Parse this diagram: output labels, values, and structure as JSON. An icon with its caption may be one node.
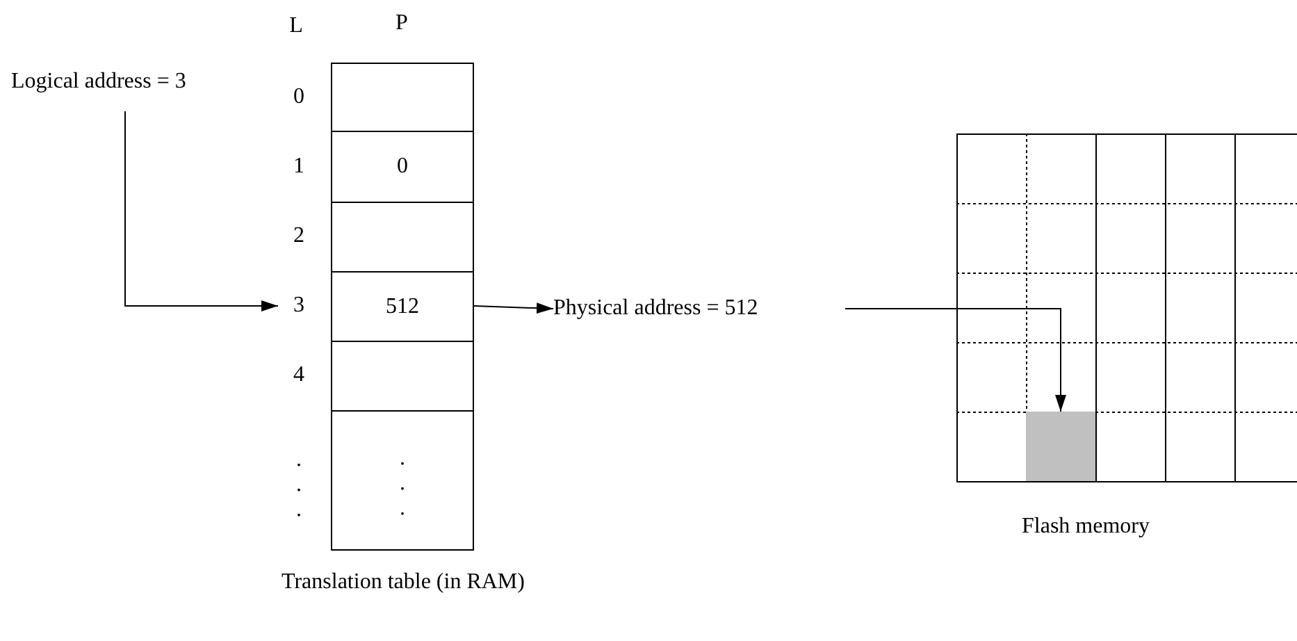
{
  "diagram": {
    "nodes": [
      {
        "text": [
          "Logical address = 3"
        ]
      },
      {
        "text": [],
        "shape": "box",
        "beside": [
          "Translation table (in RAM)"
        ]
      },
      {
        "text": [],
        "shape": "box",
        "beside": [
          "0"
        ],
        "in": 1
      },
      {
        "text": [
          "0"
        ],
        "beside": [
          "1"
        ],
        "in": 1
      },
      {
        "text": [],
        "shape": "box",
        "beside": [
          "2"
        ],
        "in": 1
      },
      {
        "text": [
          "512"
        ],
        "beside": [
          "3"
        ],
        "in": 1
      },
      {
        "text": [],
        "shape": "box",
        "beside": [
          "4"
        ],
        "in": 1
      },
      {
        "text": [
          ". . ."
        ],
        "beside": [
          ". . ."
        ],
        "in": 1
      },
      {
        "text": [
          "Physical address = 512"
        ]
      },
      {
        "text": [],
        "shape": "box",
        "beside": [
          "Flash memory"
        ]
      },
      {
        "text": [],
        "shape": "box",
        "in": 9
      }
    ],
    "edges": [
      {
        "from": 0,
        "to": 5,
        "arrow": "to"
      },
      {
        "from": 5,
        "to": 8,
        "arrow": "to"
      },
      {
        "from": 8,
        "to": 10,
        "arrow": "to"
      }
    ],
    "labels": [
      "L",
      "P"
    ]
  }
}
